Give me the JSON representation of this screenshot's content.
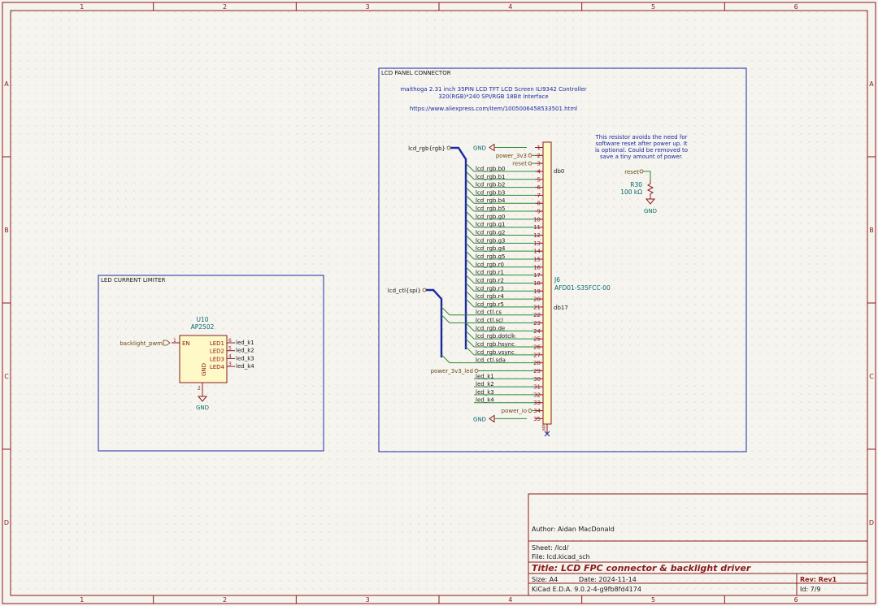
{
  "colors": {
    "frame": "#8b1a1a",
    "sheet_box": "#1c2aa0",
    "wire": "#2f8a2f",
    "bus": "#1c2aa0",
    "symbol_body": "#fff9c8",
    "symbol_outline": "#8b1a1a",
    "pin_text": "#8b1a1a",
    "ref_text": "#0a6b6b",
    "net_text": "#1a1a1a",
    "label_text": "#6b4a10",
    "note_text": "#1c2aa0",
    "nc_mark": "#1c2aa0"
  },
  "border": {
    "col_labels": [
      "1",
      "2",
      "3",
      "4",
      "5",
      "6"
    ],
    "row_labels": [
      "A",
      "B",
      "C",
      "D"
    ]
  },
  "icons": {
    "gnd": "ground-icon",
    "nc": "no-connect-icon",
    "resistor": "resistor-icon"
  },
  "led_block": {
    "title": "LED CURRENT LIMITER",
    "ref": "U10",
    "value": "AP2502",
    "pin_en": "EN",
    "pin_gnd": "GND",
    "pin_en_num": "1",
    "pin_gnd_num": "2",
    "outputs": [
      {
        "pin": "LED1",
        "num": "6",
        "net": "led_k1"
      },
      {
        "pin": "LED2",
        "num": "5",
        "net": "led_k2"
      },
      {
        "pin": "LED3",
        "num": "4",
        "net": "led_k3"
      },
      {
        "pin": "LED4",
        "num": "3",
        "net": "led_k4"
      }
    ],
    "in_label": "backlight_pwm",
    "gnd_label": "GND"
  },
  "lcd_block": {
    "title": "LCD PANEL CONNECTOR",
    "note_line1": "maithoga 2.31 inch 35PIN LCD TFT LCD Screen ILI9342 Controller",
    "note_line2": "320(RGB)*240 SPI/RGB 18Bit Interface",
    "url": "https://www.aliexpress.com/item/1005006458533501.html",
    "bus_rgb": "lcd_rgb{rgb}",
    "bus_spi": "lcd_ctl{spi}",
    "connector_ref": "J6",
    "connector_value": "AFD01-S35FCC-00",
    "db0": "db0",
    "db17": "db17",
    "pins": [
      {
        "num": "1",
        "net": "GND"
      },
      {
        "num": "2",
        "net": "power_3v3"
      },
      {
        "num": "3",
        "net": "reset"
      },
      {
        "num": "4",
        "net": "lcd_rgb.b0"
      },
      {
        "num": "5",
        "net": "lcd_rgb.b1"
      },
      {
        "num": "6",
        "net": "lcd_rgb.b2"
      },
      {
        "num": "7",
        "net": "lcd_rgb.b3"
      },
      {
        "num": "8",
        "net": "lcd_rgb.b4"
      },
      {
        "num": "9",
        "net": "lcd_rgb.b5"
      },
      {
        "num": "10",
        "net": "lcd_rgb.g0"
      },
      {
        "num": "11",
        "net": "lcd_rgb.g1"
      },
      {
        "num": "12",
        "net": "lcd_rgb.g2"
      },
      {
        "num": "13",
        "net": "lcd_rgb.g3"
      },
      {
        "num": "14",
        "net": "lcd_rgb.g4"
      },
      {
        "num": "15",
        "net": "lcd_rgb.g5"
      },
      {
        "num": "16",
        "net": "lcd_rgb.r0"
      },
      {
        "num": "17",
        "net": "lcd_rgb.r1"
      },
      {
        "num": "18",
        "net": "lcd_rgb.r2"
      },
      {
        "num": "19",
        "net": "lcd_rgb.r3"
      },
      {
        "num": "20",
        "net": "lcd_rgb.r4"
      },
      {
        "num": "21",
        "net": "lcd_rgb.r5"
      },
      {
        "num": "22",
        "net": "lcd_ctl.cs"
      },
      {
        "num": "23",
        "net": "lcd_ctl.scl"
      },
      {
        "num": "24",
        "net": "lcd_rgb.de"
      },
      {
        "num": "25",
        "net": "lcd_rgb.dotclk"
      },
      {
        "num": "26",
        "net": "lcd_rgb.hsync"
      },
      {
        "num": "27",
        "net": "lcd_rgb.vsync"
      },
      {
        "num": "28",
        "net": "lcd_ctl.sda"
      },
      {
        "num": "29",
        "net": "power_3v3_led"
      },
      {
        "num": "30",
        "net": "led_k1"
      },
      {
        "num": "31",
        "net": "led_k2"
      },
      {
        "num": "32",
        "net": "led_k3"
      },
      {
        "num": "33",
        "net": "led_k4"
      },
      {
        "num": "34",
        "net": "power_io"
      },
      {
        "num": "35",
        "net": "GND"
      }
    ],
    "mp_label": "MP",
    "note2_lines": [
      "This resistor avoids the need for",
      "software reset after power up. It",
      "is optional. Could be removed to",
      "save a tiny amount of power."
    ],
    "res_net": "reset",
    "res_ref": "R30",
    "res_value": "100 kΩ",
    "res_gnd": "GND"
  },
  "title_block": {
    "author": "Author: Aidan MacDonald",
    "sheet": "Sheet: /lcd/",
    "file": "File: lcd.kicad_sch",
    "title": "Title: LCD FPC connector & backlight driver",
    "size": "Size: A4",
    "date": "Date: 2024-11-14",
    "rev": "Rev: Rev1",
    "tool": "KiCad E.D.A. 9.0.2-4-g9fb8fd4174",
    "id": "Id: 7/9"
  }
}
